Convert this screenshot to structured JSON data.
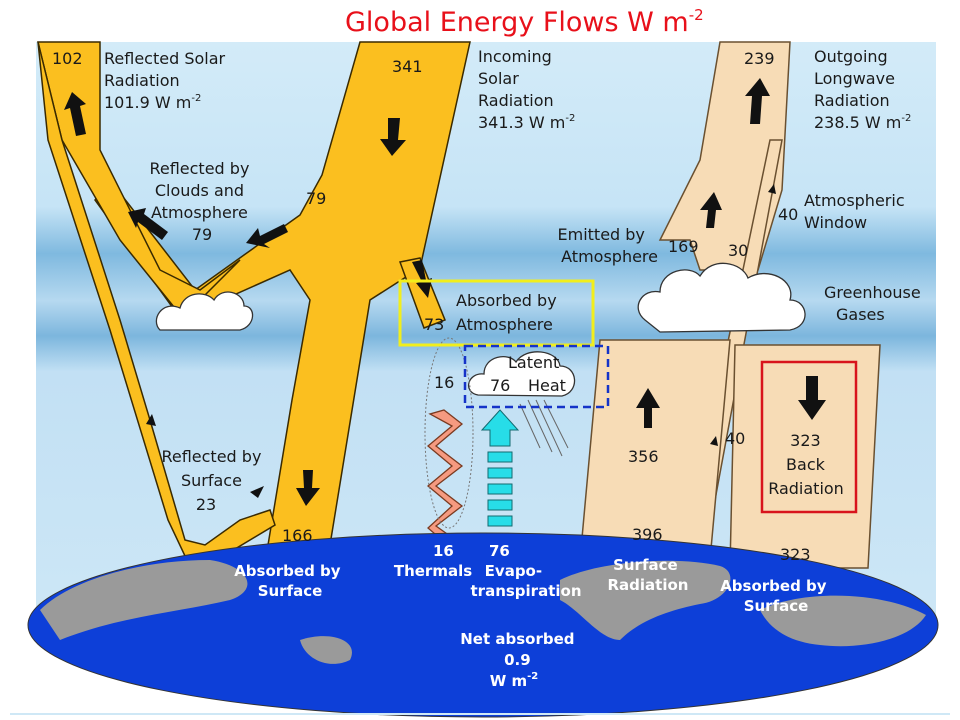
{
  "title": {
    "main": "Global Energy Flows  W m",
    "exp": "-2"
  },
  "labels": {
    "reflected_solar": {
      "n": "102",
      "l1": "Reflected Solar",
      "l2": "Radiation",
      "l3": "101.9 W m",
      "exp": "-2"
    },
    "incoming_solar": {
      "n": "341",
      "l1": "Incoming",
      "l2": "Solar",
      "l3": "Radiation",
      "l4": "341.3 W m",
      "exp": "-2"
    },
    "outgoing_lw": {
      "n": "239",
      "l1": "Outgoing",
      "l2": "Longwave",
      "l3": "Radiation",
      "l4": "238.5 W m",
      "exp": "-2"
    },
    "reflected_clouds": {
      "l1": "Reflected by",
      "l2": "Clouds and",
      "l3": "Atmosphere",
      "n": "79",
      "n2": "79"
    },
    "atm_window": {
      "n": "40",
      "l1": "Atmospheric",
      "l2": "Window"
    },
    "emitted_atm": {
      "l1": "Emitted by",
      "l2": "Atmosphere",
      "n": "169",
      "n2": "30"
    },
    "greenhouse": {
      "l1": "Greenhouse",
      "l2": "Gases"
    },
    "absorbed_atm": {
      "l1": "Absorbed by",
      "n": "73",
      "l2": "Atmosphere"
    },
    "latent": {
      "l1": "Latent",
      "n": "76",
      "l2": "Heat"
    },
    "thermals_top": "16",
    "surface_rad_mid": "356",
    "surface_rad_bottom": "396",
    "window_bottom": "40",
    "back_rad": {
      "n": "323",
      "l1": "Back",
      "l2": "Radiation"
    },
    "reflected_surface": {
      "l1": "Reflected by",
      "l2": "Surface",
      "n": "23"
    },
    "absorbed_surface_left_n": "166",
    "absorbed_surface_right_n": "323"
  },
  "earth_labels": {
    "absorbed_surface_left": {
      "l1": "Absorbed by",
      "l2": "Surface"
    },
    "thermals": {
      "n": "16",
      "l1": "Thermals"
    },
    "evapo": {
      "n": "76",
      "l1": "Evapo-",
      "l2": "transpiration"
    },
    "surface_rad": {
      "l1": "Surface",
      "l2": "Radiation"
    },
    "absorbed_surface_right": {
      "l1": "Absorbed by",
      "l2": "Surface"
    },
    "net": {
      "l1": "Net absorbed",
      "l2": "0.9",
      "l3": "W m",
      "exp": "-2"
    }
  },
  "colors": {
    "solar": "#fbbf1f",
    "longwave": "#f7dcb6",
    "sky": "#cfe8f6",
    "band": "#8cc3e4",
    "ocean": "#0d3fd8",
    "land": "#9a9a9a",
    "title": "#e8101a",
    "yellow_box": "#f2ee1c",
    "blue_box": "#1533c8",
    "red_box": "#d8141c",
    "evapo": "#27dde8",
    "thermal": "#f59a80"
  }
}
